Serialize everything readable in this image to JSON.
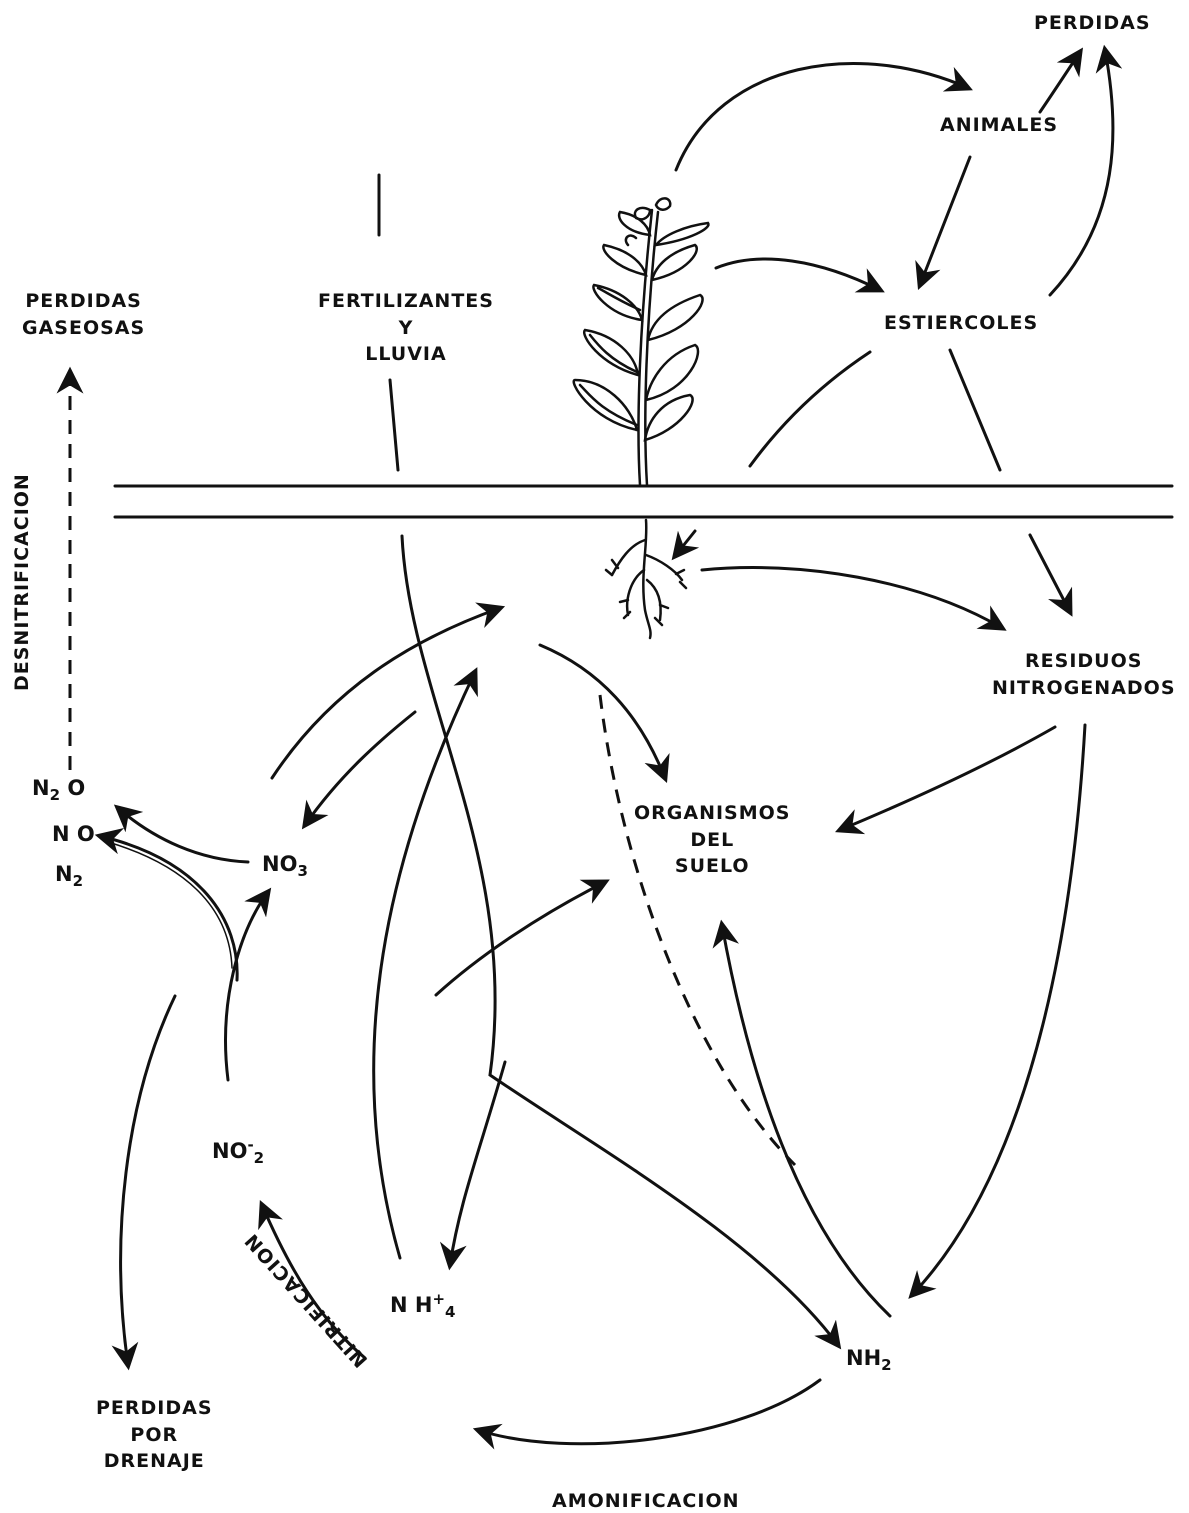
{
  "labels": {
    "perdidas_top": "PERDIDAS",
    "animales": "ANIMALES",
    "estiercoles": "ESTIERCOLES",
    "perdidas_gaseosas_1": "PERDIDAS",
    "perdidas_gaseosas_2": "GASEOSAS",
    "fertilizantes_1": "FERTILIZANTES",
    "fertilizantes_2": "Y",
    "fertilizantes_3": "LLUVIA",
    "residuos_1": "RESIDUOS",
    "residuos_2": "NITROGENADOS",
    "organismos_1": "ORGANISMOS",
    "organismos_2": "DEL",
    "organismos_3": "SUELO",
    "perdidas_drenaje_1": "PERDIDAS",
    "perdidas_drenaje_2": "POR",
    "perdidas_drenaje_3": "DRENAJE",
    "desnitrificacion": "DESNITRIFICACION",
    "nitrificacion": "NITRIFICACION",
    "amonificacion": "AMONIFICACION"
  },
  "chemicals": {
    "n2o": {
      "base": "N",
      "sub": "2",
      "tail": " O"
    },
    "no": {
      "base": "N O"
    },
    "n2": {
      "base": "N",
      "sub": "2"
    },
    "no3": {
      "base": "NO",
      "sub": "3"
    },
    "no2": {
      "base": "NO",
      "sup": "-",
      "sub": "2"
    },
    "nh4": {
      "base": "N H",
      "sup": "+",
      "sub": "4"
    },
    "nh2": {
      "base": "NH",
      "sub": "2"
    }
  },
  "colors": {
    "ink": "#111111",
    "background": "#ffffff"
  }
}
